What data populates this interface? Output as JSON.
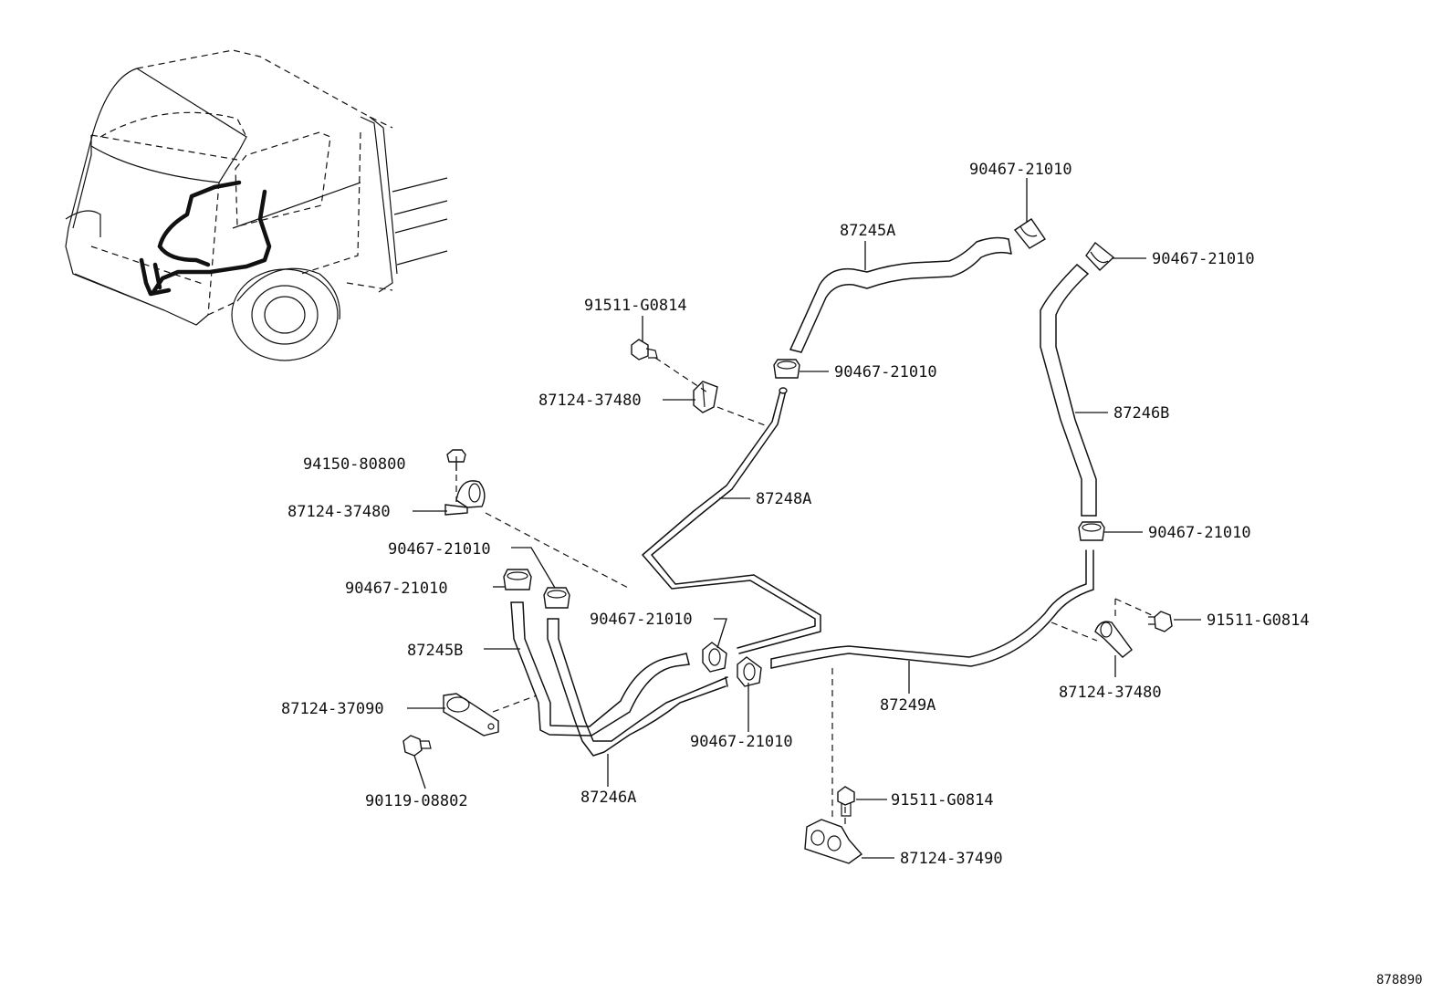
{
  "diagram": {
    "figure_code": "878890",
    "labels": {
      "c_top": "90467-21010",
      "h_87245a_top": "87245A",
      "c_right_top": "90467-21010",
      "b_upper": "91511-G0814",
      "c_mid": "90467-21010",
      "cl_upper": "87124-37480",
      "h_87246b": "87246B",
      "n_94150": "94150-80800",
      "h_87248a": "87248A",
      "cl_left": "87124-37480",
      "c_right_mid": "90467-21010",
      "c_left_a": "90467-21010",
      "c_left_b": "90467-21010",
      "c_center": "90467-21010",
      "b_right": "91511-G0814",
      "h_87245b": "87245B",
      "cl_right": "87124-37480",
      "h_87249a": "87249A",
      "cl_37090": "87124-37090",
      "c_lower": "90467-21010",
      "b_90119": "90119-08802",
      "h_87246a": "87246A",
      "b_lower": "91511-G0814",
      "cl_37490": "87124-37490"
    }
  }
}
